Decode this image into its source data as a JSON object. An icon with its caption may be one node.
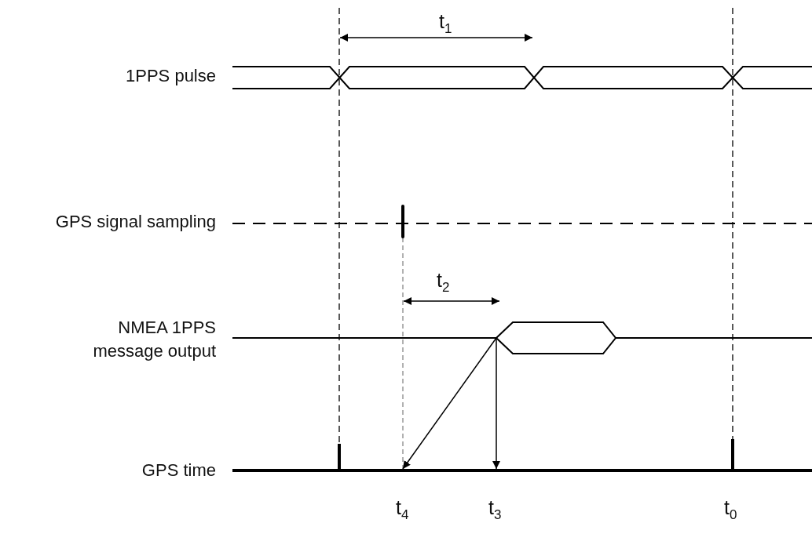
{
  "diagram": {
    "nodes": [
      {
        "text": [],
        "shape": "hexagon"
      },
      {
        "text": [],
        "shape": "bar"
      }
    ],
    "edges": [
      {
        "from": 0,
        "to": 1,
        "arrow": "to"
      },
      {
        "from": 0,
        "to": 1,
        "arrow": "to"
      }
    ],
    "labels": [
      "t$_{1}$",
      "1PPS pulse",
      "GPS signal sampling",
      "t$_{2}$",
      "NMEA 1PPS message output",
      "GPS time",
      "t$_{4}$",
      "t$_{3}$",
      "t$_{0}$"
    ]
  }
}
